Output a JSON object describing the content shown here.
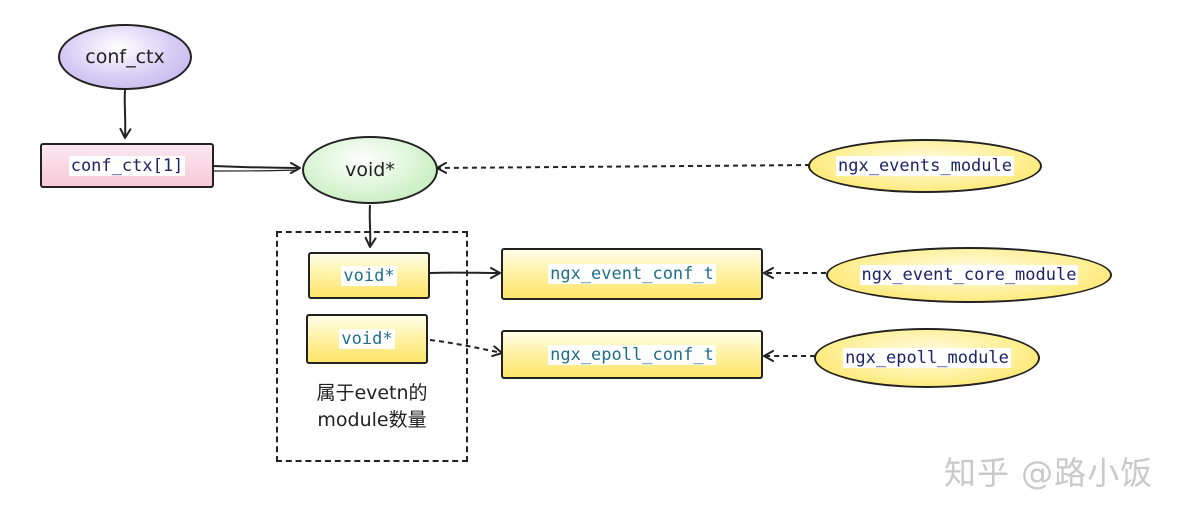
{
  "nodes": {
    "conf_ctx": {
      "label": "conf_ctx"
    },
    "conf_ctx_1": {
      "label": "conf_ctx[1]"
    },
    "void_main": {
      "label": "void*"
    },
    "ngx_events_module": {
      "label": "ngx_events_module"
    },
    "void_slot_0": {
      "label": "void*"
    },
    "void_slot_1": {
      "label": "void*"
    },
    "ngx_event_conf_t": {
      "label": "ngx_event_conf_t"
    },
    "ngx_epoll_conf_t": {
      "label": "ngx_epoll_conf_t"
    },
    "ngx_event_core_module": {
      "label": "ngx_event_core_module"
    },
    "ngx_epoll_module": {
      "label": "ngx_epoll_module"
    }
  },
  "group": {
    "caption_line1": "属于evetn的",
    "caption_line2": "module数量"
  },
  "watermark": "知乎 @路小饭",
  "colors": {
    "stroke": "#222222",
    "purple": "#c9bdf0",
    "green": "#c8efc0",
    "pink": "#f7cfdd",
    "yellow": "#ffe56a",
    "navy_text": "#1c2466",
    "teal_text": "#1f6f87"
  }
}
